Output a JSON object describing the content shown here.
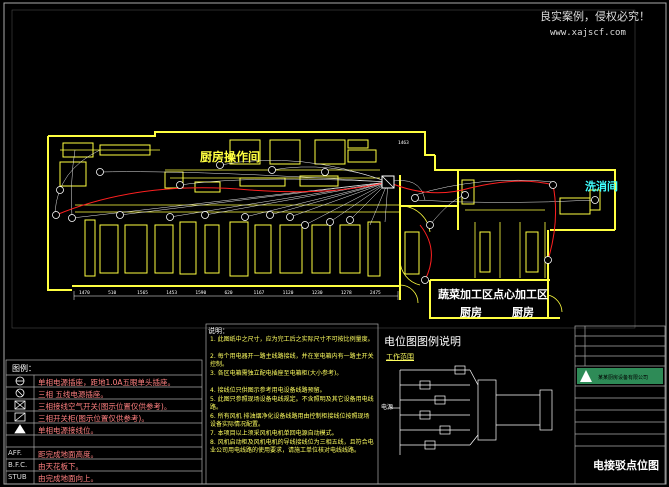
{
  "watermark": {
    "line1": "良实案例，侵权必究！",
    "line2": "www.xajscf.com"
  },
  "rooms": {
    "kitchen": "厨房操作间",
    "dishwash": "洗消间",
    "veg_area": "蔬菜加工区",
    "pastry_area": "点心加工区",
    "veg_room": "厨房",
    "pastry_room": "厨房"
  },
  "dimensions": [
    "1470",
    "510",
    "1565",
    "1453",
    "1590",
    "620",
    "1167",
    "1120",
    "1230",
    "1278",
    "2475",
    "1463"
  ],
  "legend": {
    "title": "图例：",
    "items": [
      "单相电源插座，距地1.0A五眼单头插座。",
      "三相 五线电源插座。",
      "三相接线空气开关(图示位置仅供参考)。",
      "三相开关柜(图示位置仅供参考)。",
      "单相电源接线位。"
    ],
    "codes": [
      {
        "code": "AFF.",
        "text": "距完成地面高度。"
      },
      {
        "code": "B.F.C.",
        "text": "由天花板下。"
      },
      {
        "code": "STUB",
        "text": "由完成地面向上。"
      }
    ]
  },
  "notes": {
    "title": "说明：",
    "items": [
      "1. 此图纸中之尺寸，应为完工后之实际尺寸不可按比例量度。",
      "2. 每个用电器开一路主线路接线，并在室电箱内有一路主开关控制。",
      "3. 各区电箱需独立配电插座至电箱柜(大小参考)。",
      "4. 接线位只供图示参考用电设备线路预留。",
      "5. 此图只参照现场设备电线规定。不含照明及其它设备用电线路。",
      "6. 所有风机 排油烟净化设备线路用由控制柜接线位按照现场设备实际情况配置。",
      "7. 本项目以上须采风机电机单回电源自动模式。",
      "8. 风机启动柜及风机电机的导线接线位为三相五线，且符合电业公司用电线路的使用要求，请施工单位核对电线线路。"
    ]
  },
  "electrical": {
    "title": "电位图图例说明",
    "subtitle": "工作范围",
    "side_label": "电源"
  },
  "title_block": {
    "company": "某某厨房设备有限公司",
    "drawing_name": "电接驳点位图"
  }
}
